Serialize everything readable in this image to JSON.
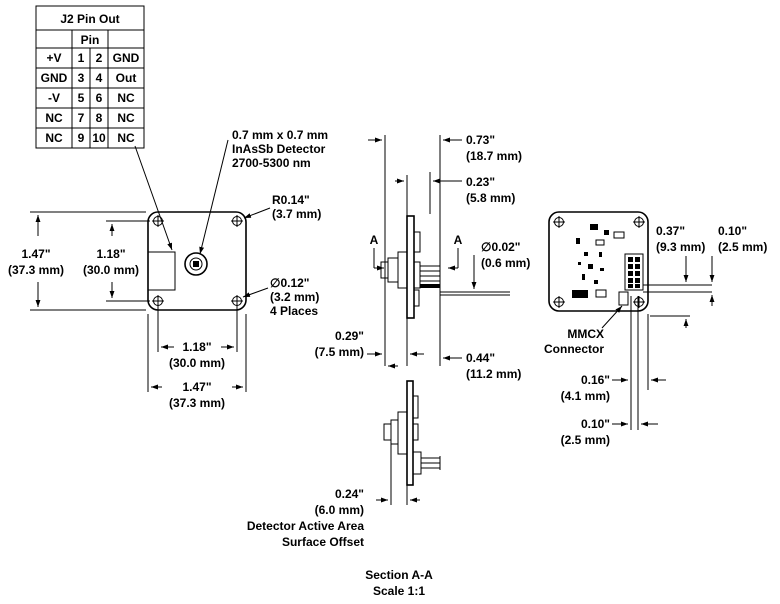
{
  "pin_table": {
    "title": "J2 Pin Out",
    "header": "Pin",
    "rows": [
      [
        "+V",
        "1",
        "2",
        "GND"
      ],
      [
        "GND",
        "3",
        "4",
        "Out"
      ],
      [
        "-V",
        "5",
        "6",
        "NC"
      ],
      [
        "NC",
        "7",
        "8",
        "NC"
      ],
      [
        "NC",
        "9",
        "10",
        "NC"
      ]
    ]
  },
  "front_view": {
    "detector_label": [
      "0.7 mm x 0.7 mm",
      "InAsSb Detector",
      "2700-5300 nm"
    ],
    "corner_radius": [
      "R0.14\"",
      "(3.7 mm)"
    ],
    "hole_dia": [
      "∅0.12\"",
      "(3.2 mm)",
      "4 Places"
    ],
    "height_outer": [
      "1.47\"",
      "(37.3 mm)"
    ],
    "height_inner": [
      "1.18\"",
      "(30.0 mm)"
    ],
    "width_inner": [
      "1.18\"",
      "(30.0 mm)"
    ],
    "width_outer": [
      "1.47\"",
      "(37.3 mm)"
    ]
  },
  "side_view": {
    "section_mark": "A",
    "dim_073": [
      "0.73\"",
      "(18.7 mm)"
    ],
    "dim_023": [
      "0.23\"",
      "(5.8 mm)"
    ],
    "dim_002": [
      "∅0.02\"",
      "(0.6 mm)"
    ],
    "dim_029": [
      "0.29\"",
      "(7.5 mm)"
    ],
    "dim_044": [
      "0.44\"",
      "(11.2 mm)"
    ]
  },
  "back_view": {
    "dim_037": [
      "0.37\"",
      "(9.3 mm)"
    ],
    "dim_010_top": [
      "0.10\"",
      "(2.5 mm)"
    ],
    "connector": [
      "MMCX",
      "Connector"
    ],
    "dim_016": [
      "0.16\"",
      "(4.1 mm)"
    ],
    "dim_010_bottom": [
      "0.10\"",
      "(2.5 mm)"
    ]
  },
  "section_view": {
    "dim_024": [
      "0.24\"",
      "(6.0 mm)",
      "Detector Active Area",
      "Surface Offset"
    ],
    "caption": [
      "Section A-A",
      "Scale 1:1"
    ]
  }
}
